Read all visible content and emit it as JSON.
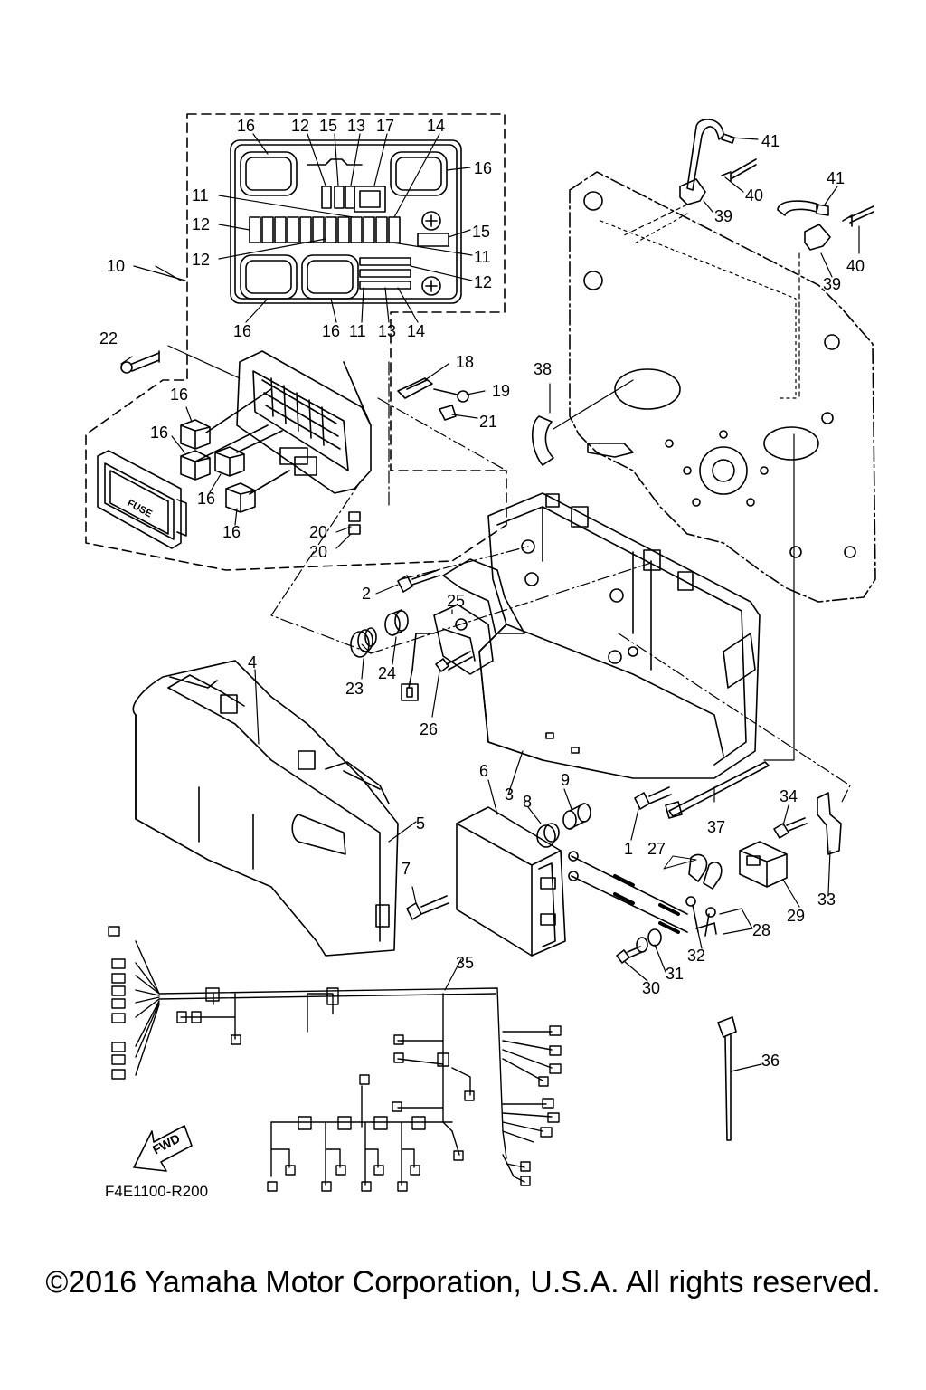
{
  "diagram": {
    "callouts": [
      {
        "id": "c16a",
        "text": "16"
      },
      {
        "id": "c12a",
        "text": "12"
      },
      {
        "id": "c15a",
        "text": "15"
      },
      {
        "id": "c13a",
        "text": "13"
      },
      {
        "id": "c17",
        "text": "17"
      },
      {
        "id": "c14a",
        "text": "14"
      },
      {
        "id": "c16b",
        "text": "16"
      },
      {
        "id": "c11a",
        "text": "11"
      },
      {
        "id": "c12b",
        "text": "12"
      },
      {
        "id": "c15b",
        "text": "15"
      },
      {
        "id": "c11b",
        "text": "11"
      },
      {
        "id": "c12c",
        "text": "12"
      },
      {
        "id": "c12d",
        "text": "12"
      },
      {
        "id": "c10",
        "text": "10"
      },
      {
        "id": "c16c",
        "text": "16"
      },
      {
        "id": "c16d",
        "text": "16"
      },
      {
        "id": "c11c",
        "text": "11"
      },
      {
        "id": "c13b",
        "text": "13"
      },
      {
        "id": "c14b",
        "text": "14"
      },
      {
        "id": "c22",
        "text": "22"
      },
      {
        "id": "c18",
        "text": "18"
      },
      {
        "id": "c19",
        "text": "19"
      },
      {
        "id": "c21",
        "text": "21"
      },
      {
        "id": "c16e",
        "text": "16"
      },
      {
        "id": "c16f",
        "text": "16"
      },
      {
        "id": "c16g",
        "text": "16"
      },
      {
        "id": "c16h",
        "text": "16"
      },
      {
        "id": "c20a",
        "text": "20"
      },
      {
        "id": "c20b",
        "text": "20"
      },
      {
        "id": "c38",
        "text": "38"
      },
      {
        "id": "c41a",
        "text": "41"
      },
      {
        "id": "c40a",
        "text": "40"
      },
      {
        "id": "c39a",
        "text": "39"
      },
      {
        "id": "c41b",
        "text": "41"
      },
      {
        "id": "c40b",
        "text": "40"
      },
      {
        "id": "c39b",
        "text": "39"
      },
      {
        "id": "c2",
        "text": "2"
      },
      {
        "id": "c25",
        "text": "25"
      },
      {
        "id": "c23",
        "text": "23"
      },
      {
        "id": "c24",
        "text": "24"
      },
      {
        "id": "c26",
        "text": "26"
      },
      {
        "id": "c4",
        "text": "4"
      },
      {
        "id": "c3",
        "text": "3"
      },
      {
        "id": "c6",
        "text": "6"
      },
      {
        "id": "c5",
        "text": "5"
      },
      {
        "id": "c8",
        "text": "8"
      },
      {
        "id": "c9",
        "text": "9"
      },
      {
        "id": "c1",
        "text": "1"
      },
      {
        "id": "c37",
        "text": "37"
      },
      {
        "id": "c34",
        "text": "34"
      },
      {
        "id": "c27",
        "text": "27"
      },
      {
        "id": "c7",
        "text": "7"
      },
      {
        "id": "c29",
        "text": "29"
      },
      {
        "id": "c33",
        "text": "33"
      },
      {
        "id": "c28",
        "text": "28"
      },
      {
        "id": "c32",
        "text": "32"
      },
      {
        "id": "c31",
        "text": "31"
      },
      {
        "id": "c30",
        "text": "30"
      },
      {
        "id": "c35",
        "text": "35"
      },
      {
        "id": "c36",
        "text": "36"
      }
    ],
    "fuse_label": "FUSE",
    "fwd_label": "FWD",
    "drawing_code": "F4E1100-R200"
  },
  "footer": {
    "copyright": "©2016 Yamaha Motor Corporation, U.S.A. All rights reserved."
  }
}
